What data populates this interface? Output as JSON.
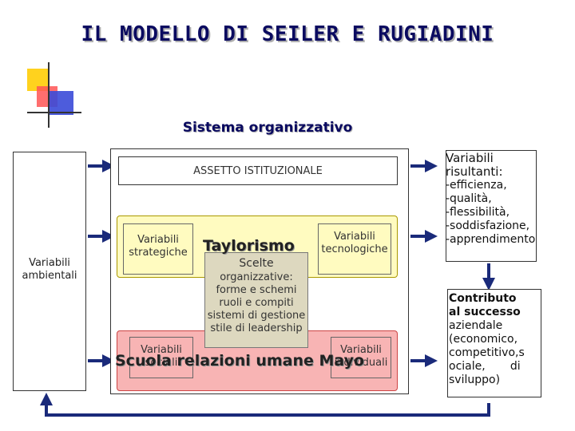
{
  "title": "IL MODELLO DI SEILER E RUGIADINI",
  "subtitle": "Sistema organizzativo",
  "ambientali": "Variabili ambientali",
  "assetto": "ASSETTO ISTITUZIONALE",
  "strategiche": "Variabili strategiche",
  "tecnologiche": "Variabili tecnologiche",
  "sociali": "Variabili sociali",
  "individuali": "Variabili individuali",
  "taylorismo": "Taylorismo",
  "mayo": "Scuola relazioni umane Mayo",
  "scelte": {
    "heading": "Scelte",
    "lines": [
      "organizzative:",
      "forme e schemi",
      "ruoli e compiti",
      "sistemi di gestione",
      "stile di leadership"
    ]
  },
  "risultanti": {
    "heading": [
      "Variabili",
      "risultanti:"
    ],
    "items": [
      "-efficienza,",
      "-qualità,",
      "-flessibilità,",
      "-soddisfazione,",
      "-apprendimento"
    ]
  },
  "contributo": {
    "heading": [
      "Contributo",
      "al successo"
    ],
    "lines": [
      "aziendale",
      "(economico,",
      "competitivo,s",
      "ociale,       di",
      "sviluppo)"
    ]
  },
  "colors": {
    "navy": "#0a0a60",
    "arrow": "#1a2a7a",
    "yellow": "#fffbc0",
    "pink": "#f8b4b4"
  }
}
